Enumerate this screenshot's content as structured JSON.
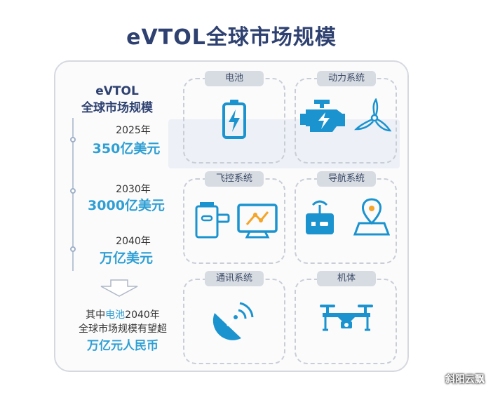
{
  "title": "eVTOL全球市场规模",
  "left": {
    "heading_line1": "eVTOL",
    "heading_line2": "全球市场规模",
    "timeline": [
      {
        "year": "2025年",
        "amount": "350亿美元"
      },
      {
        "year": "2030年",
        "amount": "3000亿美元"
      },
      {
        "year": "2040年",
        "amount": "万亿美元"
      }
    ],
    "note_prefix": "其中",
    "note_highlight": "电池",
    "note_suffix": "2040年",
    "note_line2": "全球市场规模有望超",
    "note_line3": "万亿元人民币"
  },
  "cards": [
    {
      "label": "电池",
      "icon": "battery-icon"
    },
    {
      "label": "动力系统",
      "icon": "engine-icon"
    },
    {
      "label": "飞控系统",
      "icon": "flight-control-icon"
    },
    {
      "label": "导航系统",
      "icon": "navigation-icon"
    },
    {
      "label": "通讯系统",
      "icon": "antenna-icon"
    },
    {
      "label": "机体",
      "icon": "drone-icon"
    }
  ],
  "colors": {
    "accent": "#2f9fd3",
    "title": "#2e4170"
  },
  "watermark": "斜阳云飘"
}
